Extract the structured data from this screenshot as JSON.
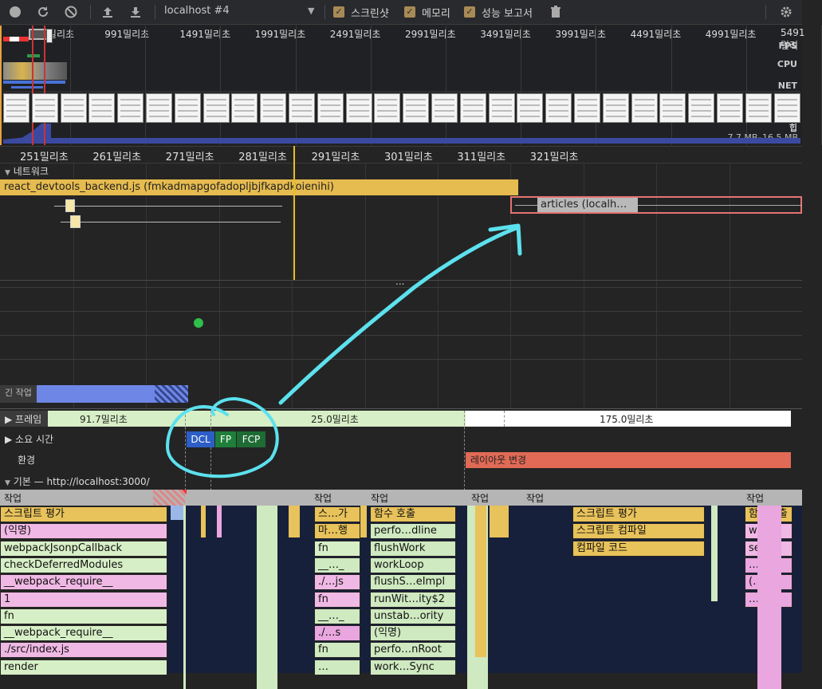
{
  "toolbar": {
    "record_icon": "record-icon",
    "reload_icon": "reload-icon",
    "clear_icon": "clear-icon",
    "upload_icon": "upload-icon",
    "download_icon": "download-icon",
    "target": "localhost #4",
    "screenshots_label": "스크린샷",
    "memory_label": "메모리",
    "report_label": "성능 보고서",
    "settings_icon": "gear-icon",
    "trash_icon": "trash-icon"
  },
  "overview": {
    "ticks": [
      "491밀리초",
      "991밀리초",
      "1491밀리초",
      "1991밀리초",
      "2491밀리초",
      "2991밀리초",
      "3491밀리초",
      "3991밀리초",
      "4491밀리초",
      "4991밀리초",
      "5491밀리"
    ],
    "fps": "FPS",
    "cpu": "CPU",
    "net": "NET",
    "heap": "힙",
    "heap_range": "7.7 MB–16.5 MB"
  },
  "ruler": {
    "ticks": [
      "251밀리초",
      "261밀리초",
      "271밀리초",
      "281밀리초",
      "291밀리초",
      "301밀리초",
      "311밀리초",
      "321밀리초"
    ]
  },
  "network": {
    "header": "네트워크",
    "bar1": "react_devtools_backend.js (fmkadmapgofadopljbjfkapdkoienihi)",
    "bar2": "articles (localh…",
    "more": "..."
  },
  "long_task": "긴 작업",
  "frames": {
    "label": "프레임",
    "f1": "91.7밀리초",
    "f2": "25.0밀리초",
    "f3": "175.0밀리초"
  },
  "timings": {
    "label": "소요 시간",
    "dcl": "DCL",
    "fp": "FP",
    "fcp": "FCP"
  },
  "experience": {
    "label": "환경",
    "layout_shift": "레이아웃 변경"
  },
  "main": {
    "header": "기본 — http://localhost:3000/"
  },
  "flame": {
    "task": "작업",
    "col1": [
      "스크립트 평가",
      "(익명)",
      "webpackJsonpCallback",
      "checkDeferredModules",
      "__webpack_require__",
      "1",
      "fn",
      "__webpack_require__",
      "./src/index.js",
      "render"
    ],
    "col2": [
      "스…가",
      "마…행",
      "fn",
      "__…_",
      "./…js",
      "fn",
      "__…_",
      "./…s",
      "fn",
      "…"
    ],
    "col3": [
      "함수 호출",
      "perfo…dline",
      "flushWork",
      "workLoop",
      "flushS…eImpl",
      "runWit…ity$2",
      "unstab…ority",
      "(익명)",
      "perfo…nRoot",
      "work…Sync"
    ],
    "col4": [
      "스크립트 평가",
      "스크립트 컴파일",
      "컴파일 코드"
    ],
    "col5": [
      "함수…출",
      "we…e",
      "setup",
      "…_",
      "(…)",
      "…_"
    ]
  }
}
